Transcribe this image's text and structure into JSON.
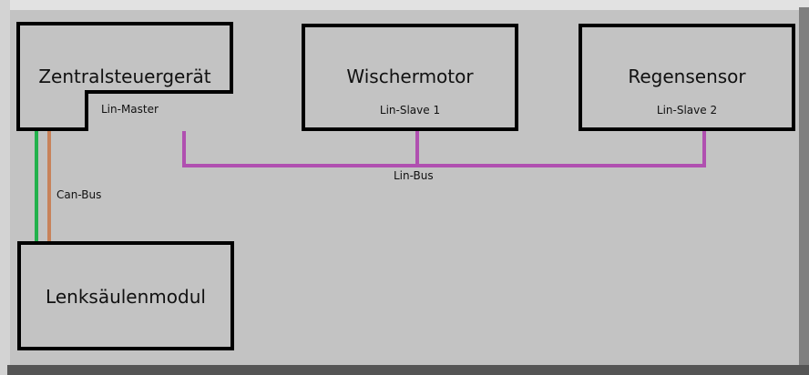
{
  "nodes": {
    "zentral": {
      "title": "Zentralsteuergerät",
      "sub": "Lin-Master"
    },
    "wischer": {
      "title": "Wischermotor",
      "sub": "Lin-Slave 1"
    },
    "regen": {
      "title": "Regensensor",
      "sub": "Lin-Slave 2"
    },
    "lenk": {
      "title": "Lenksäulenmodul"
    }
  },
  "edges": {
    "lin_bus": {
      "label": "Lin-Bus",
      "color": "#b050b0"
    },
    "can_bus": {
      "label": "Can-Bus",
      "colors": [
        "#22b14c",
        "#c8825a"
      ]
    }
  }
}
